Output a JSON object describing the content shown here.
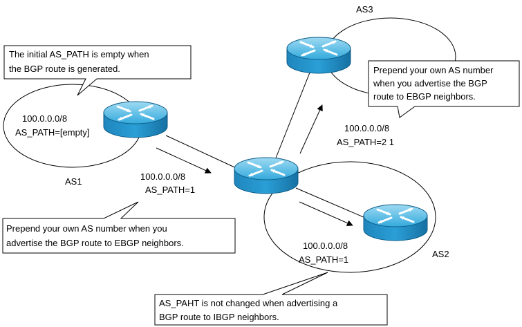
{
  "as_labels": {
    "as1": "AS1",
    "as2": "AS2",
    "as3": "AS3"
  },
  "as1_route": {
    "prefix": "100.0.0.0/8",
    "as_path": "AS_PATH=[empty]"
  },
  "as1_advert": {
    "prefix": "100.0.0.0/8",
    "as_path": "AS_PATH=1"
  },
  "as2_advert": {
    "prefix": "100.0.0.0/8",
    "as_path": "AS_PATH=1"
  },
  "as3_advert": {
    "prefix": "100.0.0.0/8",
    "as_path": "AS_PATH=2 1"
  },
  "callouts": {
    "initial": [
      "The initial AS_PATH is empty when",
      "the BGP route is generated."
    ],
    "ebgp_as1": [
      "Prepend your own AS number when you",
      "advertise the BGP route to EBGP neighbors."
    ],
    "ebgp_as3": [
      "Prepend your own AS number",
      "when you advertise the BGP",
      "route to EBGP neighbors."
    ],
    "ibgp": [
      "AS_PAHT is not changed when advertising a",
      "BGP route to IBGP neighbors."
    ]
  },
  "colors": {
    "router_top": "#33aadd",
    "router_side": "#1c7fb5",
    "outline": "#000000"
  },
  "icons": {
    "router": "router-icon"
  }
}
